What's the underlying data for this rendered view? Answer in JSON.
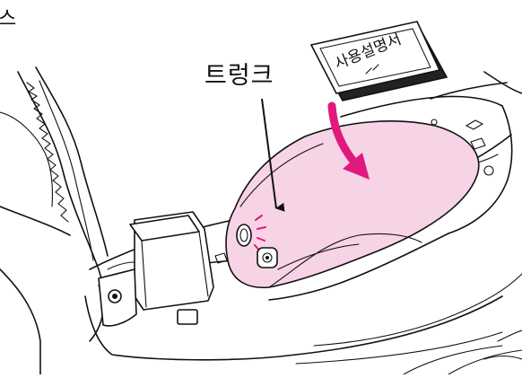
{
  "labels": {
    "top_left_fragment": "스",
    "trunk": "트렁크",
    "manual": "사용설명서"
  },
  "colors": {
    "trunk_highlight": "#f7d3e6",
    "arrow": "#e0197d",
    "sparkle": "#e0197d",
    "outline": "#111111"
  },
  "icons": {
    "manual": "manual-booklet",
    "arrow": "curved-down-arrow",
    "sparkle": "sparkle-icon"
  }
}
